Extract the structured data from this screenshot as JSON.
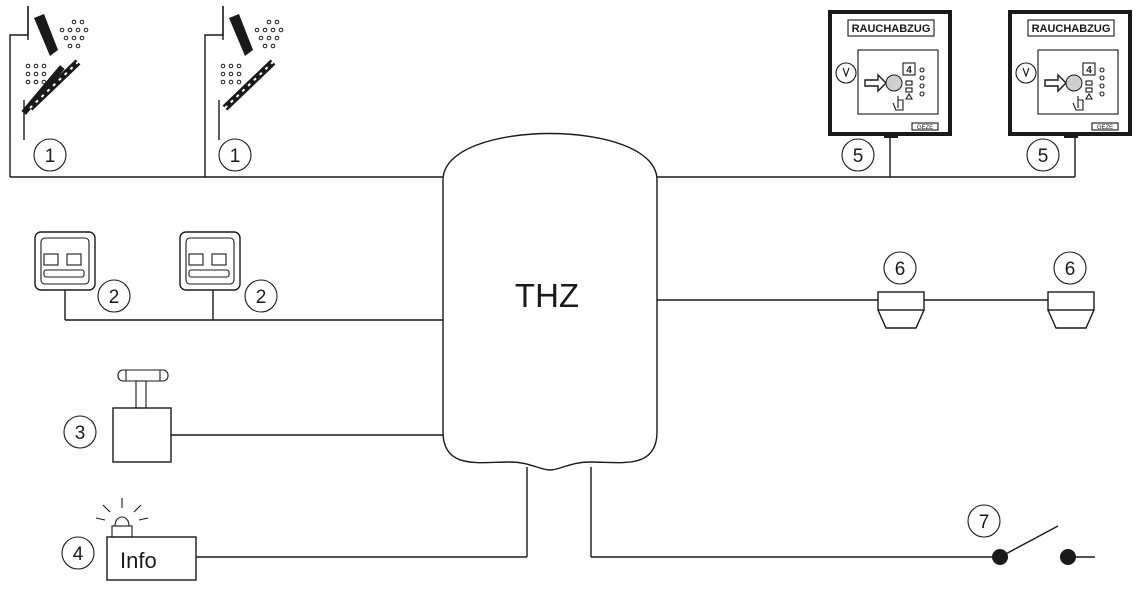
{
  "diagram": {
    "center_label": "THZ",
    "info_label": "Info",
    "panel_label": "RAUCHABZUG",
    "panel_brand": "GEZE",
    "callouts": {
      "window_1a": "1",
      "window_1b": "1",
      "switch_2a": "2",
      "switch_2b": "2",
      "sensor_3": "3",
      "info_4": "4",
      "panel_5a": "5",
      "panel_5b": "5",
      "detector_6a": "6",
      "detector_6b": "6",
      "contact_7": "7"
    }
  }
}
